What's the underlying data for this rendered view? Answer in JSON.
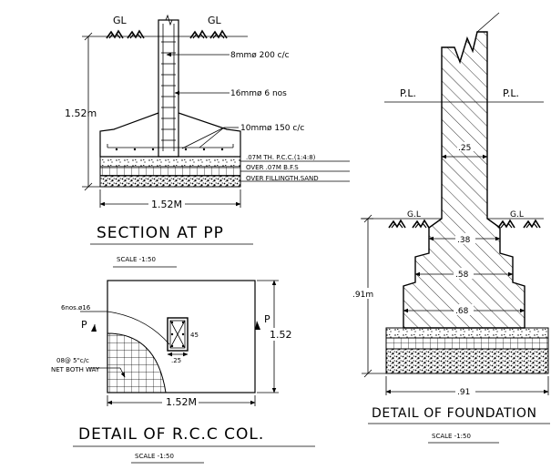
{
  "section_pp": {
    "gl_left": "GL",
    "gl_right": "GL",
    "height_dim": "1.52m",
    "bar_8mm": "8mmø 200 c/c",
    "bar_16mm": "16mmø 6 nos",
    "bar_10mm": "10mmø 150 c/c",
    "layer_pcc": ".07M TH. P.C.C.(1:4:8)",
    "layer_bfs": "OVER .07M B.F.S",
    "layer_sand": "OVER FILLINGTH.SAND",
    "width_dim": "1.52M",
    "title": "SECTION AT PP",
    "scale": "SCALE -1:50"
  },
  "rcc_col": {
    "bars": "6nos.ø16",
    "col_depth": "45",
    "col_width": ".25",
    "mesh": "08@ 5\"c/c",
    "mesh_note": "NET BOTH WAY",
    "marker_left": "P",
    "marker_right": "P",
    "height_dim": "1.52",
    "width_dim": "1.52M",
    "title": "DETAIL OF R.C.C   COL.",
    "scale": "SCALE -1:50"
  },
  "foundation": {
    "pl_left": "P.L.",
    "pl_right": "P.L.",
    "wall_width": ".25",
    "gl_left": "G.L",
    "gl_right": "G.L",
    "step1": ".38",
    "step2": ".58",
    "step3": ".68",
    "depth_dim": ".91m",
    "width_dim": ".91",
    "title": "DETAIL OF FOUNDATION",
    "scale": "SCALE -1:50"
  }
}
